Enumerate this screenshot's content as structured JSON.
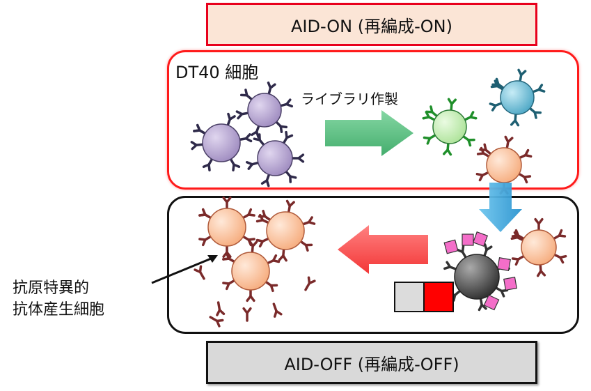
{
  "banner_top": {
    "text": "AID-ON (再編成-ON)"
  },
  "banner_bottom": {
    "text": "AID-OFF (再編成-OFF)"
  },
  "panel_top": {
    "title": "DT40 細胞",
    "arrow_label": "ライブラリ作製"
  },
  "annotation": {
    "line1": "抗原特異的",
    "line2": "抗体産生細胞"
  },
  "colors": {
    "purple_cell": "#b9a6d4",
    "purple_ab": "#2f2a4a",
    "green_cell": "#c7efb6",
    "green_ab": "#1f8f2a",
    "blue_cell": "#7cc4dc",
    "blue_ab": "#1e5f72",
    "orange_cell": "#fcc7a3",
    "orange_ab": "#7a2a2a",
    "gray_cell": "#555555",
    "magenta_ag": "#f46ec9",
    "green_arrow": "#52c07e",
    "blue_arrow": "#35a7de",
    "red_arrow": "#ff4a4a"
  }
}
